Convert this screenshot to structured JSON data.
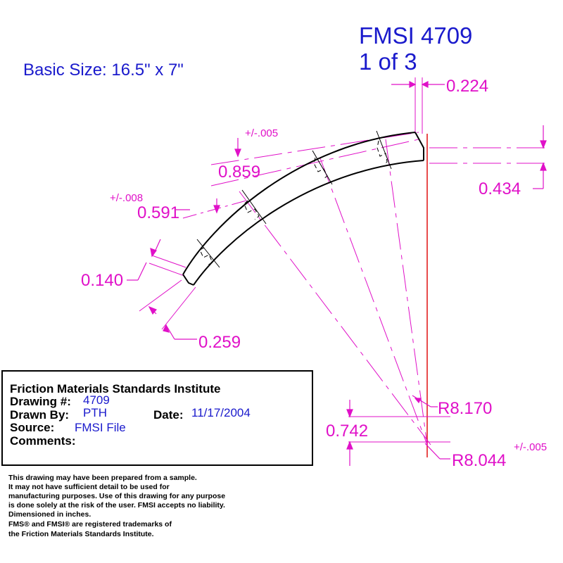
{
  "header": {
    "basic_size": "Basic Size: 16.5\" x 7\"",
    "fmsi_number": "FMSI 4709",
    "sheet": "1 of 3"
  },
  "dimensions": {
    "d_0224": "0.224",
    "d_0005_top": "+/-.005",
    "d_0859": "0.859",
    "d_0008": "+/-.008",
    "d_0591": "0.591",
    "d_0434": "0.434",
    "d_0140": "0.140",
    "d_0259": "0.259",
    "r_8170": "R8.170",
    "d_0742": "0.742",
    "r_8044": "R8.044",
    "r_8044_tol": "+/-.005"
  },
  "title_block": {
    "institute": "Friction Materials Standards Institute",
    "drawing_label": "Drawing #:",
    "drawing_value": "4709",
    "drawn_label": "Drawn By:",
    "drawn_value": "PTH",
    "date_label": "Date:",
    "date_value": "11/17/2004",
    "source_label": "Source:",
    "source_value": "FMSI File",
    "comments_label": "Comments:"
  },
  "disclaimer": [
    "This drawing may have been prepared from a sample.",
    "It may not have sufficient detail to be used for",
    "manufacturing purposes.  Use of this drawing for any purpose",
    "is done solely at the risk of the user. FMSI accepts no liability.",
    "Dimensioned in inches.",
    "FMS® and FMSI® are registered trademarks of",
    "the Friction Materials Standards Institute."
  ],
  "colors": {
    "title_blue": "#1a1acc",
    "dimension_magenta": "#e010c8",
    "centerline_red": "#e01010",
    "outline_black": "#000000"
  }
}
